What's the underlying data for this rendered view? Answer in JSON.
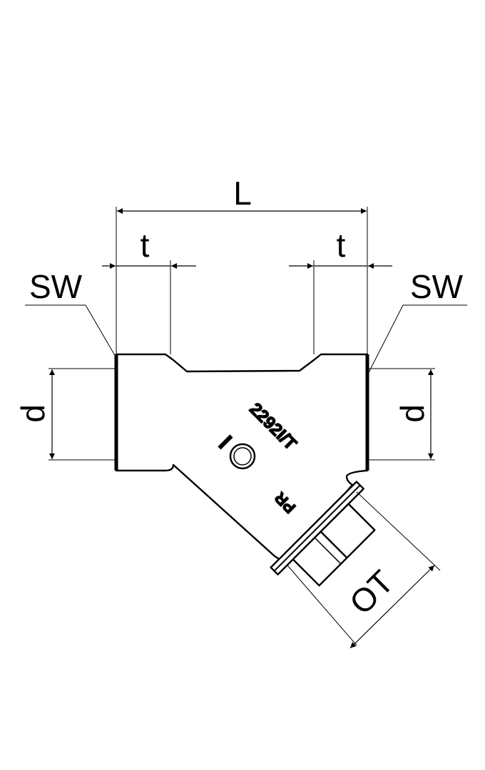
{
  "drawing": {
    "labels": {
      "length": "L",
      "thread_left": "t",
      "thread_right": "t",
      "wrench_left": "SW",
      "wrench_right": "SW",
      "diameter_left": "d",
      "diameter_right": "d",
      "cap_size": "OT"
    },
    "body_marking": {
      "brand": "PR",
      "code": "2292I/T"
    },
    "colors": {
      "line": "#000000",
      "background": "#ffffff"
    }
  }
}
